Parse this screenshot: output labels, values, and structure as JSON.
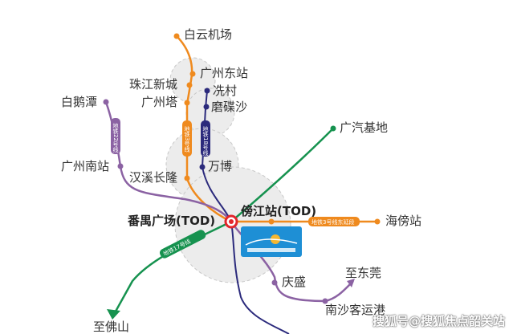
{
  "colors": {
    "line3": "#ef8a1e",
    "line18": "#2b2a7c",
    "line22": "#8b62a3",
    "line17": "#16924f",
    "hub": "#e2262c",
    "logo": "#1e8fd5"
  },
  "stations": {
    "baiyun": "白云机场",
    "gzeast": "广州东站",
    "zhujiang": "珠江新城",
    "gztower": "广州塔",
    "xiancun": "冼村",
    "modiesha": "磨碟沙",
    "baietan": "白鹅潭",
    "gzsouth": "广州南站",
    "hanxi": "汉溪长隆",
    "wanbo": "万博",
    "guangqi": "广汽基地",
    "panyu": "番禺广场(TOD)",
    "pangjiang": "傍江站(TOD)",
    "haibang": "海傍站",
    "qingsheng": "庆盛",
    "dongguan": "至东莞",
    "nansha": "南沙客运港",
    "foshan": "至佛山"
  },
  "line_labels": {
    "l3": "地铁3号线",
    "l18": "地铁18号线",
    "l22": "地铁22号线",
    "l17": "地铁17号线",
    "l3east": "地铁3号线东延段"
  },
  "watermark": "搜狐号@搜狐焦点韶关站"
}
